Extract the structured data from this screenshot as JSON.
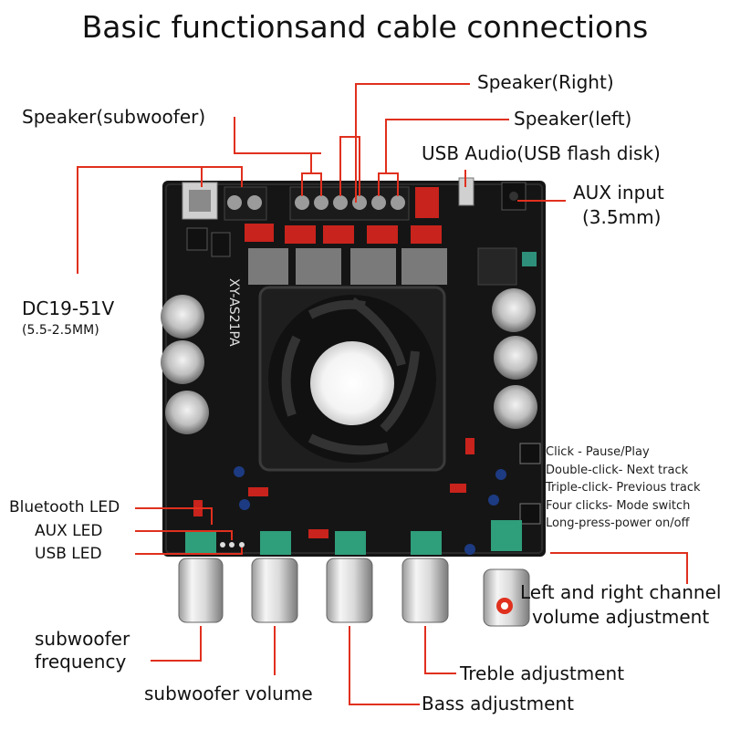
{
  "title": "Basic functionsand cable connections",
  "labels": {
    "speaker_right": "Speaker(Right)",
    "speaker_sub": "Speaker(subwoofer)",
    "speaker_left": "Speaker(left)",
    "usb_audio": "USB Audio(USB flash disk)",
    "aux_input": "AUX input",
    "aux_size": "(3.5mm)",
    "dc": "DC19-51V",
    "dc_size": "(5.5-2.5MM)",
    "bt_led": "Bluetooth LED",
    "aux_led": "AUX LED",
    "usb_led": "USB LED",
    "lr_volume_1": "Left and right channel",
    "lr_volume_2": "volume adjustment",
    "sub_freq_1": "subwoofer",
    "sub_freq_2": "frequency",
    "sub_volume": "subwoofer volume",
    "treble": "Treble adjustment",
    "bass": "Bass adjustment"
  },
  "button_functions": [
    "Click - Pause/Play",
    "Double-click- Next track",
    "Triple-click- Previous track",
    "Four clicks- Mode switch",
    "Long-press-power on/off"
  ],
  "board_silkscreen": "XY-AS21PA",
  "colors": {
    "pointer": "#e0301e",
    "board": "#141414",
    "capacitor_red": "#c8231c",
    "pot_green": "#2f9e7a",
    "text": "#111111"
  }
}
